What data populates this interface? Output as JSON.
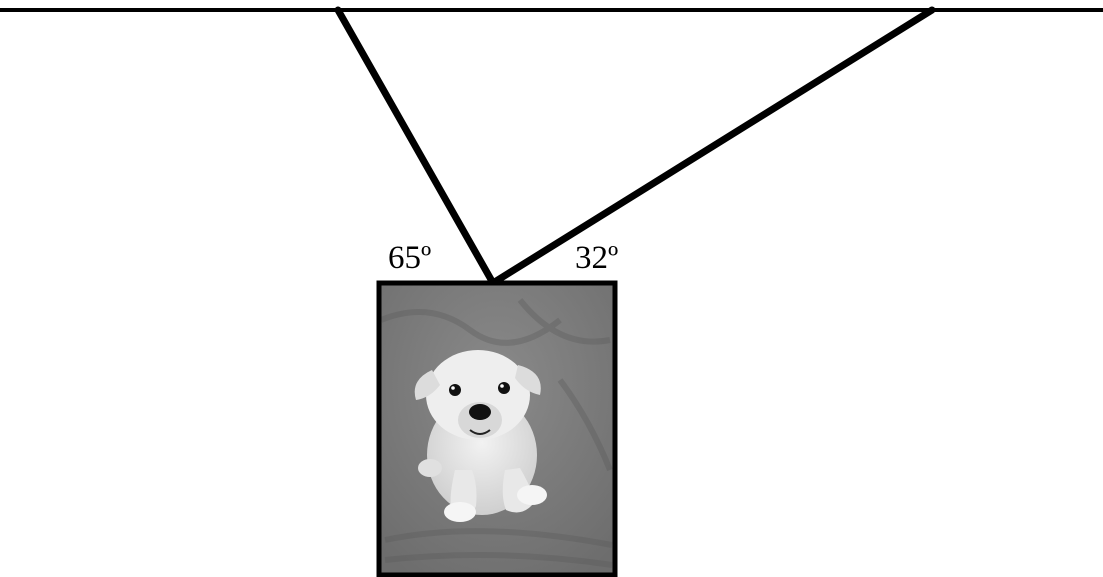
{
  "diagram": {
    "left_angle": "65º",
    "right_angle": "32º",
    "picture": "puppy-photo",
    "colors": {
      "line": "#000000",
      "background": "#ffffff",
      "photo_frame": "#000000"
    }
  }
}
